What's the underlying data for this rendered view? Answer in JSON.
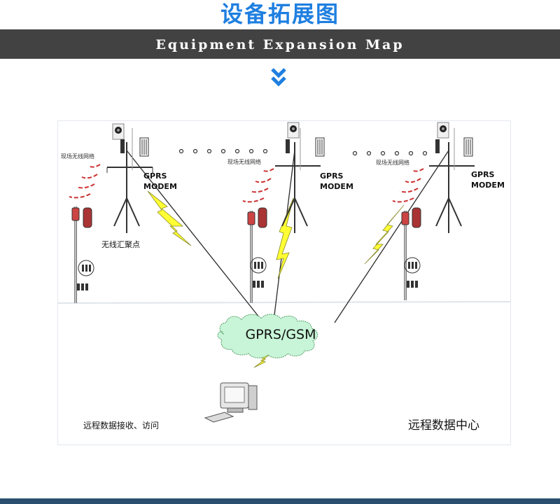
{
  "header": {
    "title_cn": "设备拓展图",
    "subtitle_en": "Equipment Expansion Map",
    "chevron_icon": "double-chevron-down-icon",
    "title_color": "#1f7fe0",
    "banner_color": "#424242"
  },
  "diagram": {
    "station_left": {
      "network_label": "现场无线网络",
      "modem_label_line1": "GPRS",
      "modem_label_line2": "MODEM",
      "node_label": "无线汇聚点"
    },
    "station_middle": {
      "network_label": "现场无线网络",
      "modem_label_line1": "GPRS",
      "modem_label_line2": "MODEM"
    },
    "station_right": {
      "network_label": "现场无线网络",
      "modem_label_line1": "GPRS",
      "modem_label_line2": "MODEM"
    },
    "cloud_label": "GPRS/GSM",
    "remote_access_label": "远程数据接收、访问",
    "data_center_label": "远程数据中心",
    "lightning_color": "#ffff33",
    "cloud_color": "#c8f5d8"
  }
}
